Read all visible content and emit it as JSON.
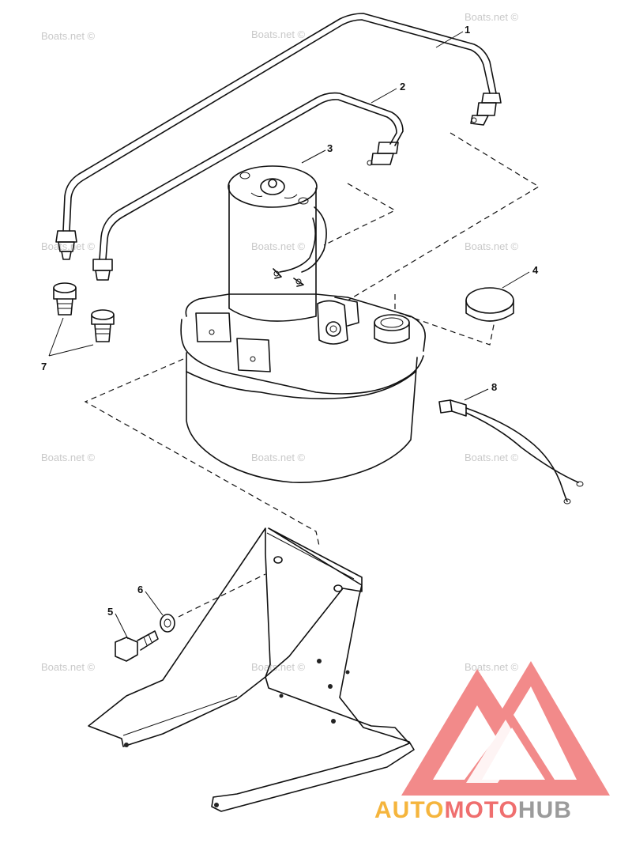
{
  "watermarks": [
    "Boats.net ©",
    "Boats.net ©",
    "Boats.net ©",
    "Boats.net ©",
    "Boats.net ©",
    "Boats.net ©",
    "Boats.net ©",
    "Boats.net ©",
    "Boats.net ©",
    "Boats.net ©",
    "Boats.net ©",
    "Boats.net ©"
  ],
  "callouts": [
    "1",
    "2",
    "3",
    "4",
    "5",
    "6",
    "7",
    "8"
  ],
  "logo": {
    "text_part1": "AUTO",
    "text_part2": "MOTO",
    "text_part3": "HUB",
    "color_part1": "#f5b53d",
    "color_part2": "#ef6f6f",
    "color_part3": "#9b9b9b",
    "mark_color": "#f07a7a"
  },
  "colors": {
    "line": "#111111",
    "stipple": "#8a8a8a",
    "watermark": "#c9c9c9"
  }
}
